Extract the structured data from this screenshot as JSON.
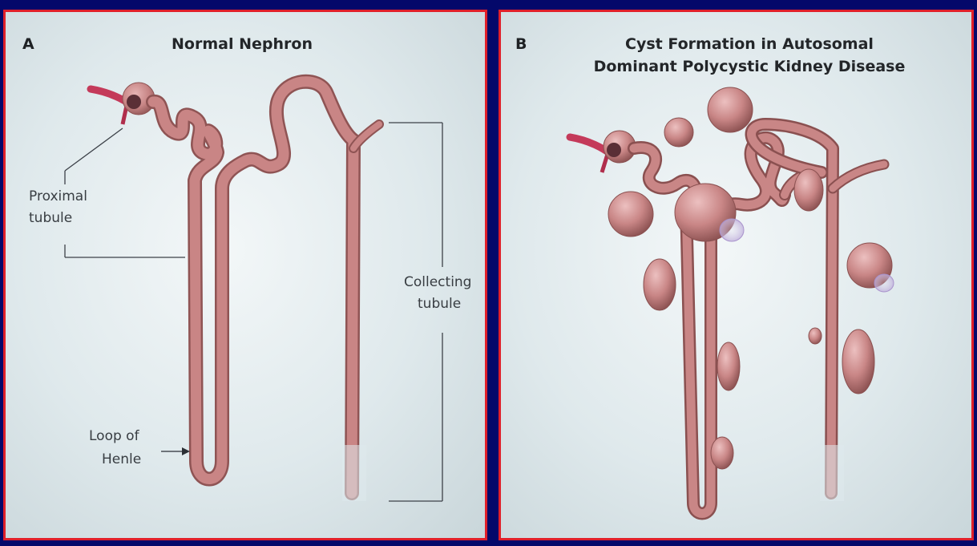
{
  "panel_a": {
    "letter": "A",
    "title": "Normal Nephron",
    "labels": {
      "proximal_line1": "Proximal",
      "proximal_line2": "tubule",
      "collecting_line1": "Collecting",
      "collecting_line2": "tubule",
      "loop_line1": "Loop of",
      "loop_line2": "Henle"
    }
  },
  "panel_b": {
    "letter": "B",
    "title_line1": "Cyst Formation in Autosomal",
    "title_line2": "Dominant Polycystic Kidney Disease"
  },
  "colors": {
    "frame": "#04086a",
    "panel_border": "#e0202a",
    "tubule": "#c98585",
    "tubule_shadow": "#8f5454",
    "vessel": "#c43a5a"
  }
}
